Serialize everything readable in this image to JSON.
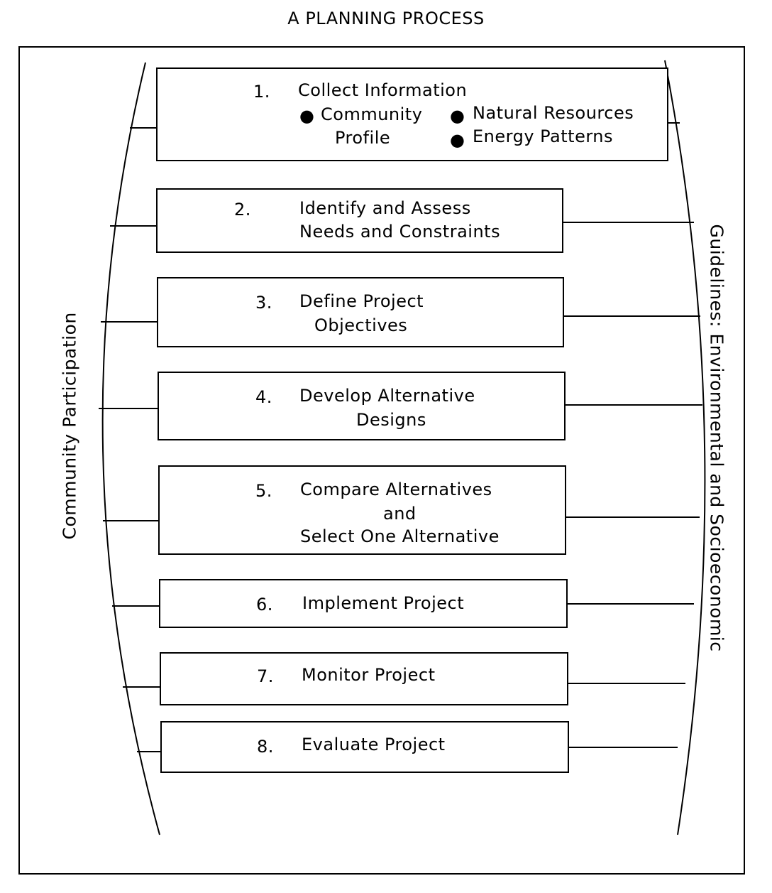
{
  "title": "A PLANNING PROCESS",
  "left_label": "Community Participation",
  "right_label": "Guidelines: Environmental and Socioeconomic",
  "steps": [
    {
      "num": "1.",
      "lines": [
        "Collect Information"
      ],
      "bullets": [
        "Community",
        "Profile",
        "Natural Resources",
        "Energy Patterns"
      ]
    },
    {
      "num": "2.",
      "lines": [
        "Identify and Assess",
        "Needs and Constraints"
      ]
    },
    {
      "num": "3.",
      "lines": [
        "Define Project",
        "Objectives"
      ]
    },
    {
      "num": "4.",
      "lines": [
        "Develop Alternative",
        "Designs"
      ]
    },
    {
      "num": "5.",
      "lines": [
        "Compare Alternatives",
        "and",
        "Select One Alternative"
      ]
    },
    {
      "num": "6.",
      "lines": [
        "Implement Project"
      ]
    },
    {
      "num": "7.",
      "lines": [
        "Monitor Project"
      ]
    },
    {
      "num": "8.",
      "lines": [
        "Evaluate Project"
      ]
    }
  ]
}
